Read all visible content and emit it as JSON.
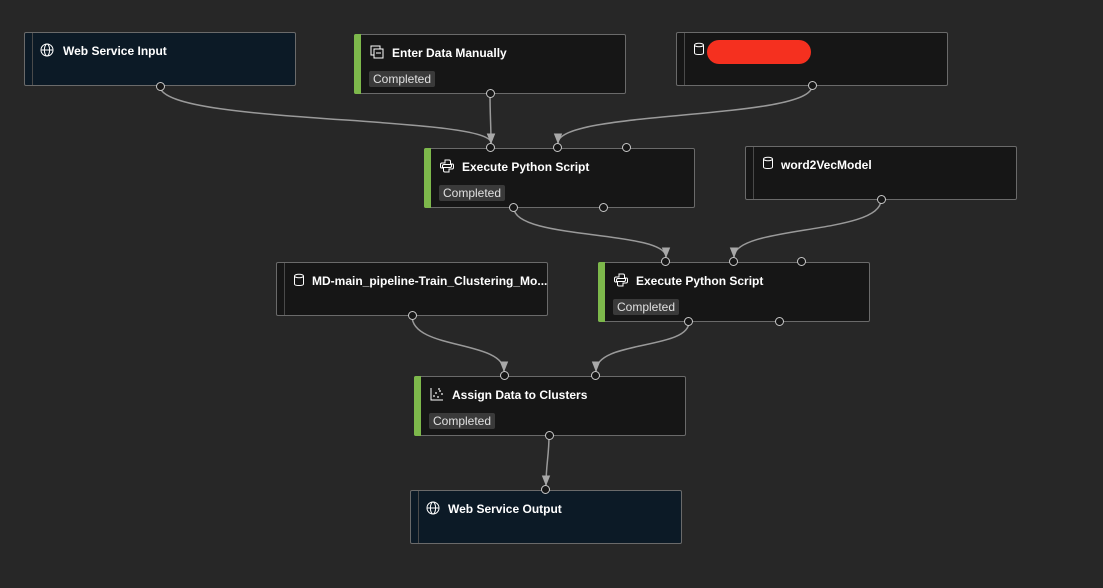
{
  "canvas": {
    "background": "#272727",
    "node_background": "#161616",
    "webservice_background": "#0c1a26",
    "status_accent": "#7db84b",
    "edge_color": "#9a9a9a"
  },
  "nodes": {
    "web_service_input": {
      "title": "Web Service Input",
      "icon": "globe-icon"
    },
    "enter_data_manually": {
      "title": "Enter Data Manually",
      "status": "Completed",
      "icon": "enter-data-icon"
    },
    "redacted_dataset": {
      "title": "",
      "icon": "dataset-icon",
      "redaction_color": "#f5301f"
    },
    "execute_python_script_1": {
      "title": "Execute Python Script",
      "status": "Completed",
      "icon": "python-icon"
    },
    "word2vec_model": {
      "title": "word2VecModel",
      "icon": "dataset-icon"
    },
    "md_main_pipeline": {
      "title": "MD-main_pipeline-Train_Clustering_Mo...",
      "icon": "dataset-icon"
    },
    "execute_python_script_2": {
      "title": "Execute Python Script",
      "status": "Completed",
      "icon": "python-icon"
    },
    "assign_data_to_clusters": {
      "title": "Assign Data to Clusters",
      "status": "Completed",
      "icon": "scatter-chart-icon"
    },
    "web_service_output": {
      "title": "Web Service Output",
      "icon": "globe-icon"
    }
  }
}
